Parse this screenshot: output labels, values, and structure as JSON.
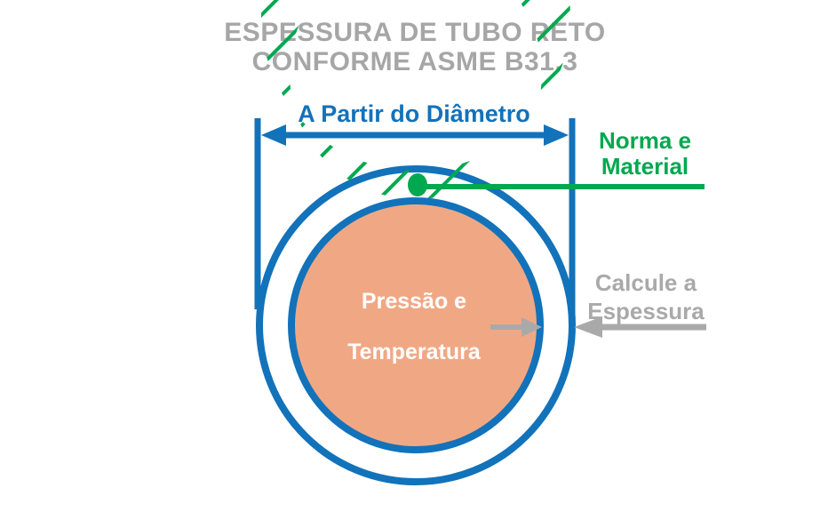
{
  "title": {
    "line1": "ESPESSURA DE TUBO RETO",
    "line2": "CONFORME ASME B31.3"
  },
  "labels": {
    "diameter": "A Partir do Diâmetro",
    "norm_line1": "Norma e",
    "norm_line2": "Material",
    "thickness_line1": "Calcule a",
    "thickness_line2": "Espessura",
    "inside_line1": "Pressão e",
    "inside_line2": "Temperatura"
  },
  "colors": {
    "blue": "#1272BA",
    "green": "#00A84F",
    "gray": "#A9A9A9",
    "salmon": "#F0A884",
    "background": "#FFFFFF"
  },
  "icons": {
    "dimension_arrow": "double-headed-arrow",
    "leader_dot": "green-dot",
    "thickness_arrows": "opposing-arrows"
  }
}
